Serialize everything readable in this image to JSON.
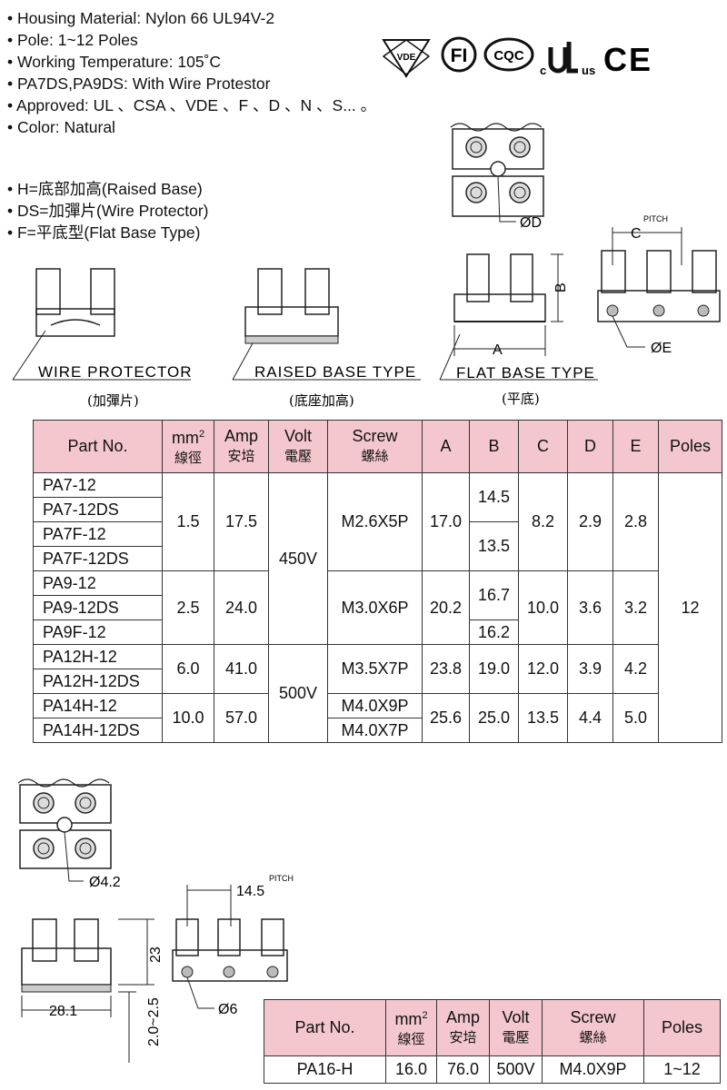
{
  "specs": [
    "• Housing Material: Nylon 66 UL94V-2",
    "• Pole: 1~12 Poles",
    "• Working Temperature: 105˚C",
    "• PA7DS,PA9DS: With Wire Protestor",
    "• Approved: UL 、CSA 、VDE 、F 、D 、N 、S... 。",
    "• Color: Natural"
  ],
  "types": [
    "• H=底部加高(Raised Base)",
    "• DS=加彈片(Wire Protector)",
    "• F=平底型(Flat Base Type)"
  ],
  "certs": {
    "vde": "VDE",
    "fi": "FI",
    "cqc": "CQC",
    "ul_c": "c",
    "ul_us": "us",
    "ce": "CE"
  },
  "diagrams": {
    "od": "ØD",
    "oe": "ØE",
    "c": "C",
    "pitch": "PITCH",
    "b": "B",
    "a": "A",
    "wire_protector": "WIRE PROTECTOR",
    "wire_protector_cn": "(加彈片)",
    "raised_base": "RAISED BASE TYPE",
    "raised_base_cn": "(底座加高)",
    "flat_base": "FLAT BASE TYPE",
    "flat_base_cn": "(平底)",
    "d42": "Ø4.2",
    "p145": "14.5",
    "pitch2": "PITCH",
    "h23": "23",
    "w281": "28.1",
    "h2025": "2.0~2.5",
    "d6": "Ø6"
  },
  "table1": {
    "headers": {
      "part": "Part No.",
      "mm_top": "mm",
      "mm_sup": "2",
      "mm_cn": "線徑",
      "amp": "Amp",
      "amp_cn": "安培",
      "volt": "Volt",
      "volt_cn": "電壓",
      "screw": "Screw",
      "screw_cn": "螺絲",
      "a": "A",
      "b": "B",
      "c": "C",
      "d": "D",
      "e": "E",
      "poles": "Poles"
    },
    "parts": [
      "PA7-12",
      "PA7-12DS",
      "PA7F-12",
      "PA7F-12DS",
      "PA9-12",
      "PA9-12DS",
      "PA9F-12",
      "PA12H-12",
      "PA12H-12DS",
      "PA14H-12",
      "PA14H-12DS"
    ],
    "g1": {
      "mm": "1.5",
      "amp": "17.5",
      "screw": "M2.6X5P",
      "a": "17.0",
      "b1": "14.5",
      "b2": "13.5",
      "c": "8.2",
      "d": "2.9",
      "e": "2.8"
    },
    "g2": {
      "mm": "2.5",
      "amp": "24.0",
      "screw": "M3.0X6P",
      "a": "20.2",
      "b1": "16.7",
      "b2": "16.2",
      "c": "10.0",
      "d": "3.6",
      "e": "3.2"
    },
    "g3": {
      "mm": "6.0",
      "amp": "41.0",
      "screw": "M3.5X7P",
      "a": "23.8",
      "b": "19.0",
      "c": "12.0",
      "d": "3.9",
      "e": "4.2"
    },
    "g4": {
      "mm": "10.0",
      "amp": "57.0",
      "screw1": "M4.0X9P",
      "screw2": "M4.0X7P",
      "a": "25.6",
      "b": "25.0",
      "c": "13.5",
      "d": "4.4",
      "e": "5.0"
    },
    "volt1": "450V",
    "volt2": "500V",
    "poles": "12"
  },
  "table2": {
    "headers": {
      "part": "Part No.",
      "mm_top": "mm",
      "mm_sup": "2",
      "mm_cn": "線徑",
      "amp": "Amp",
      "amp_cn": "安培",
      "volt": "Volt",
      "volt_cn": "電壓",
      "screw": "Screw",
      "screw_cn": "螺絲",
      "poles": "Poles"
    },
    "row": {
      "part": "PA16-H",
      "mm": "16.0",
      "amp": "76.0",
      "volt": "500V",
      "screw": "M4.0X9P",
      "poles": "1~12"
    }
  },
  "colors": {
    "header_bg": "#f3c7cd",
    "line": "#333333"
  }
}
